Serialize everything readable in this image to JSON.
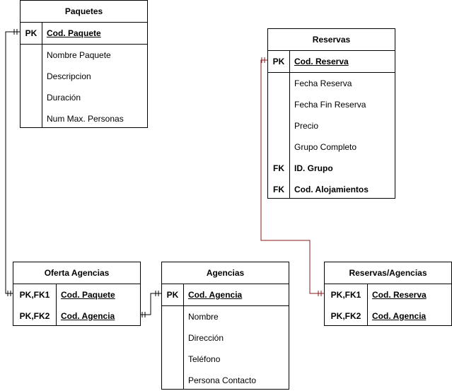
{
  "entities": {
    "paquetes": {
      "title": "Paquetes",
      "rows": [
        {
          "key": "PK",
          "name": "Cod. Paquete"
        },
        {
          "key": "",
          "name": "Nombre Paquete"
        },
        {
          "key": "",
          "name": "Descripcion"
        },
        {
          "key": "",
          "name": "Duración"
        },
        {
          "key": "",
          "name": "Num Max. Personas"
        }
      ]
    },
    "reservas": {
      "title": "Reservas",
      "rows": [
        {
          "key": "PK",
          "name": "Cod. Reserva"
        },
        {
          "key": "",
          "name": "Fecha Reserva"
        },
        {
          "key": "",
          "name": "Fecha Fin Reserva"
        },
        {
          "key": "",
          "name": "Precio"
        },
        {
          "key": "",
          "name": "Grupo Completo"
        },
        {
          "key": "FK",
          "name": "ID. Grupo"
        },
        {
          "key": "FK",
          "name": "Cod. Alojamientos"
        }
      ]
    },
    "oferta": {
      "title": "Oferta Agencias",
      "rows": [
        {
          "key": "PK,FK1",
          "name": "Cod. Paquete"
        },
        {
          "key": "PK,FK2",
          "name": "Cod. Agencia"
        }
      ]
    },
    "agencias": {
      "title": "Agencias",
      "rows": [
        {
          "key": "PK",
          "name": "Cod. Agencia"
        },
        {
          "key": "",
          "name": "Nombre"
        },
        {
          "key": "",
          "name": "Dirección"
        },
        {
          "key": "",
          "name": "Teléfono"
        },
        {
          "key": "",
          "name": "Persona Contacto"
        }
      ]
    },
    "resag": {
      "title": "Reservas/Agencias",
      "rows": [
        {
          "key": "PK,FK1",
          "name": "Cod. Reserva"
        },
        {
          "key": "PK,FK2",
          "name": "Cod. Agencia"
        }
      ]
    }
  },
  "colors": {
    "line": "#000000",
    "highlight_line": "#8b1a1a"
  }
}
